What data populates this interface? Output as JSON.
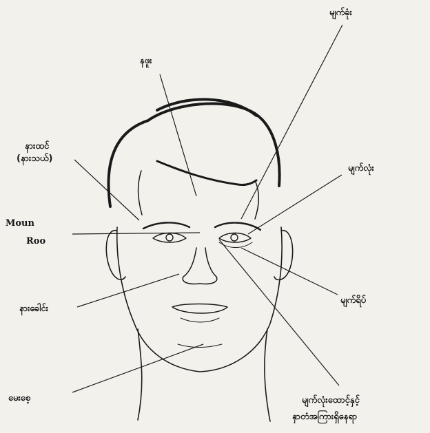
{
  "labels": {
    "eyebrow": "မျက်ခုံး",
    "forehead": "နဖူး",
    "temple_1": "နားထင်",
    "temple_2": "(နားသယ်)",
    "eye": "မျက်လုံး",
    "root_1": "Moun",
    "root_2": "Roo",
    "eyelid": "မျက်ရိပ်",
    "cheek": "နားခေါင်း",
    "chin": "မေးစေ့",
    "nose_bridge_1": "မျက်လုံးထောင့်နှင့်",
    "nose_bridge_2": "နှာတံအကြားရှိနေရာ"
  }
}
